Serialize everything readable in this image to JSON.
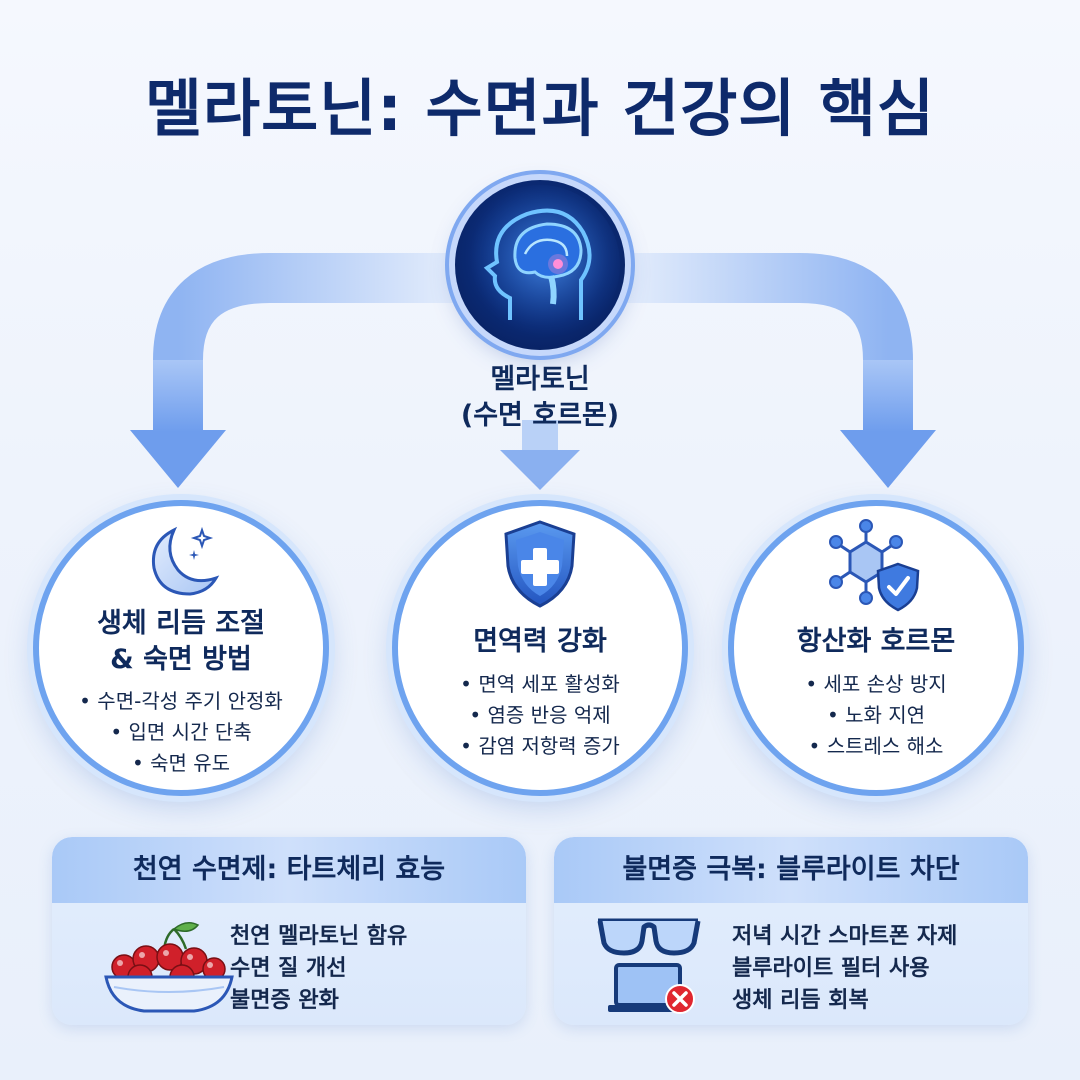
{
  "title": "멜라토닌: 수면과 건강의 핵심",
  "center": {
    "label_line1": "멜라토닌",
    "label_line2": "(수면 호르몬)",
    "icon": "brain-head-icon"
  },
  "circles": [
    {
      "icon": "moon-stars-icon",
      "heading_line1": "생체 리듬 조절",
      "heading_line2": "& 숙면 방법",
      "items": [
        "수면-각성 주기 안정화",
        "입면 시간 단축",
        "숙면 유도"
      ]
    },
    {
      "icon": "shield-plus-icon",
      "heading_line1": "면역력 강화",
      "items": [
        "면역 세포 활성화",
        "염증 반응 억제",
        "감염 저항력 증가"
      ]
    },
    {
      "icon": "molecule-shield-icon",
      "heading_line1": "항산화 호르몬",
      "items": [
        "세포 손상 방지",
        "노화 지연",
        "스트레스 해소"
      ]
    }
  ],
  "boxes": [
    {
      "title": "천연 수면제: 타트체리 효능",
      "icon": "cherry-bowl-icon",
      "items": [
        "천연 멜라토닌 함유",
        "수면 질 개선",
        "불면증 완화"
      ]
    },
    {
      "title": "불면증 극복: 블루라이트 차단",
      "icon": "glasses-laptop-icon",
      "items": [
        "저녁 시간 스마트폰 자제",
        "블루라이트 필터 사용",
        "생체 리듬 회복"
      ]
    }
  ],
  "colors": {
    "title": "#0e2a6b",
    "accent": "#5b8fe8",
    "circle_border": "#6ea3ef",
    "box_bar": "#a9c9f7"
  }
}
